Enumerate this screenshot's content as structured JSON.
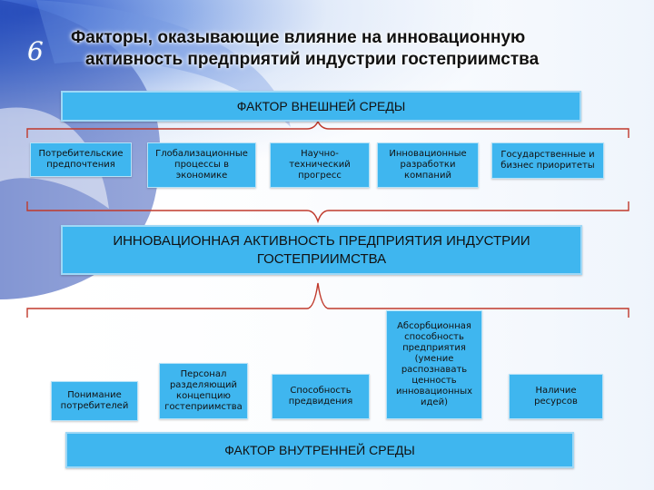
{
  "title": {
    "line1": "Факторы, оказывающие влияние на инновационную",
    "line2": "активность предприятий индустрии гостеприимства"
  },
  "slide_number": "6",
  "external_factor": {
    "label": "ФАКТОР ВНЕШНЕЙ СРЕДЫ",
    "items": [
      "Потребительские предпочтения",
      "Глобализационные процессы в экономике",
      "Научно-технический прогресс",
      "Инновационные разработки компаний",
      "Государственные и бизнес приоритеты"
    ]
  },
  "central": {
    "label": "ИННОВАЦИОННАЯ АКТИВНОСТЬ ПРЕДПРИЯТИЯ ИНДУСТРИИ ГОСТЕПРИИМСТВА"
  },
  "internal_factor": {
    "label": "ФАКТОР ВНУТРЕННЕЙ СРЕДЫ",
    "items": [
      "Понимание потребителей",
      "Персонал разделяющий концепцию гостеприимства",
      "Способность предвидения",
      "Абсорбционная способность предприятия (умение распознавать ценность инновационных идей)",
      "Наличие ресурсов"
    ]
  },
  "colors": {
    "box_fill": "#3fb6ef",
    "connector": "#c0392b"
  }
}
